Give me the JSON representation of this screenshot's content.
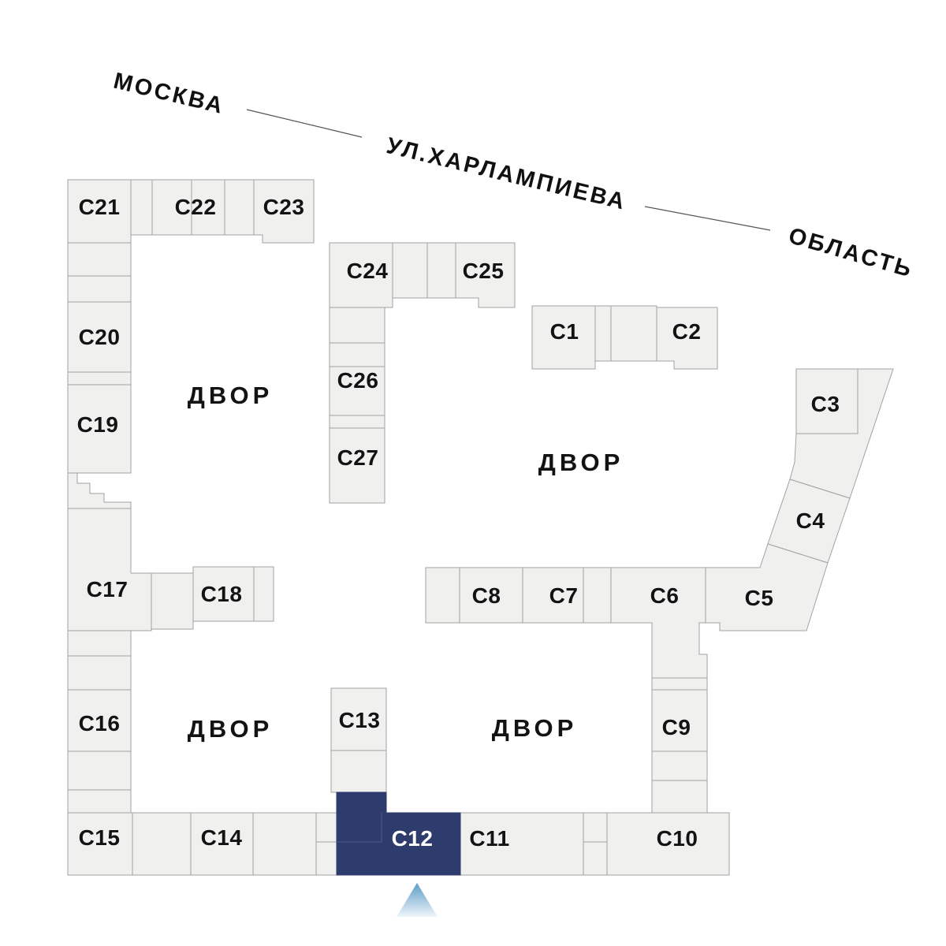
{
  "map": {
    "street": {
      "left_label": "МОСКВА",
      "middle_label": "УЛ.ХАРЛАМПИЕВА",
      "right_label": "ОБЛАСТЬ"
    },
    "courtyard_label": "ДВОР",
    "selected_id": "c12",
    "sections": {
      "c1": "С1",
      "c2": "С2",
      "c3": "С3",
      "c4": "С4",
      "c5": "С5",
      "c6": "С6",
      "c7": "С7",
      "c8": "С8",
      "c9": "С9",
      "c10": "С10",
      "c11": "С11",
      "c12": "С12",
      "c13": "С13",
      "c14": "С14",
      "c15": "С15",
      "c16": "С16",
      "c17": "С17",
      "c18": "С18",
      "c19": "С19",
      "c20": "С20",
      "c21": "С21",
      "c22": "С22",
      "c23": "С23",
      "c24": "С24",
      "c25": "С25",
      "c26": "С26",
      "c27": "С27"
    },
    "colors": {
      "block_fill": "#f0f0ef",
      "block_stroke": "#a2a2a2",
      "selected_fill": "#2e3c6d",
      "selected_text": "#ffffff",
      "label_text": "#131313",
      "pointer_top": "#5d9cc7",
      "pointer_bottom": "#eef5fa"
    }
  }
}
